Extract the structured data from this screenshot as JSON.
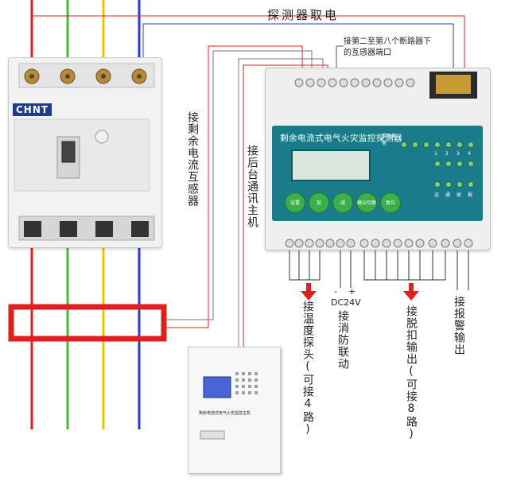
{
  "labels": {
    "power_take": "探测器取电",
    "transformer_port": "接第二至第八个断路器下的互感器端口",
    "residual_transformer": "接剩余电流互感器",
    "backend_comm": "接后台通讯主机",
    "temp_probe": "接温度探头(可接4路)",
    "fire_linkage": "接消防联动",
    "trip_output": "接脱扣输出(可接8路)",
    "alarm_output": "接报警输出",
    "dc24v": "DC24V",
    "minus": "-",
    "plus": "+"
  },
  "breaker": {
    "brand": "CHNT"
  },
  "detector": {
    "title": "剩余电流式电气火灾监控探测器",
    "buttons": [
      "设置",
      "加",
      "减",
      "确认切换",
      "复位"
    ],
    "indicator_header": "漏电报警",
    "indicator_numbers": [
      "1",
      "2",
      "3",
      "4"
    ],
    "status_labels": [
      "运",
      "通",
      "故",
      "报"
    ]
  },
  "host": {
    "title": "剩余电流式电气火灾监控主机"
  },
  "colors": {
    "wire_red": "#e02020",
    "wire_green": "#3fbf2f",
    "wire_yellow": "#e6c800",
    "wire_blue": "#2b3bd6",
    "box_red": "#e02020",
    "panel_teal": "#1a7c8a",
    "button_green": "#3bb04a"
  },
  "icons": [
    "arrow-down-icon"
  ]
}
